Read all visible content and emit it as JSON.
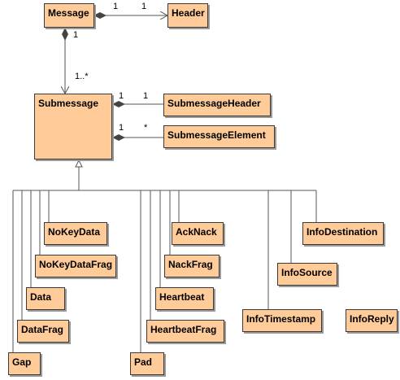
{
  "classes": {
    "message": "Message",
    "header": "Header",
    "submessage": "Submessage",
    "submessage_header": "SubmessageHeader",
    "submessage_element": "SubmessageElement",
    "no_key_data": "NoKeyData",
    "no_key_data_frag": "NoKeyDataFrag",
    "data": "Data",
    "data_frag": "DataFrag",
    "gap": "Gap",
    "pad": "Pad",
    "ack_nack": "AckNack",
    "nack_frag": "NackFrag",
    "heartbeat": "Heartbeat",
    "heartbeat_frag": "HeartbeatFrag",
    "info_timestamp": "InfoTimestamp",
    "info_source": "InfoSource",
    "info_destination": "InfoDestination",
    "info_reply": "InfoReply"
  },
  "multiplicities": {
    "message_header_src": "1",
    "message_header_dst": "1",
    "message_submessage_src": "1",
    "message_submessage_dst": "1..*",
    "sub_header_src": "1",
    "sub_header_dst": "1",
    "sub_element_src": "1",
    "sub_element_dst": "*"
  },
  "colors": {
    "class_fill": "#ffcc99",
    "line": "#555555"
  }
}
